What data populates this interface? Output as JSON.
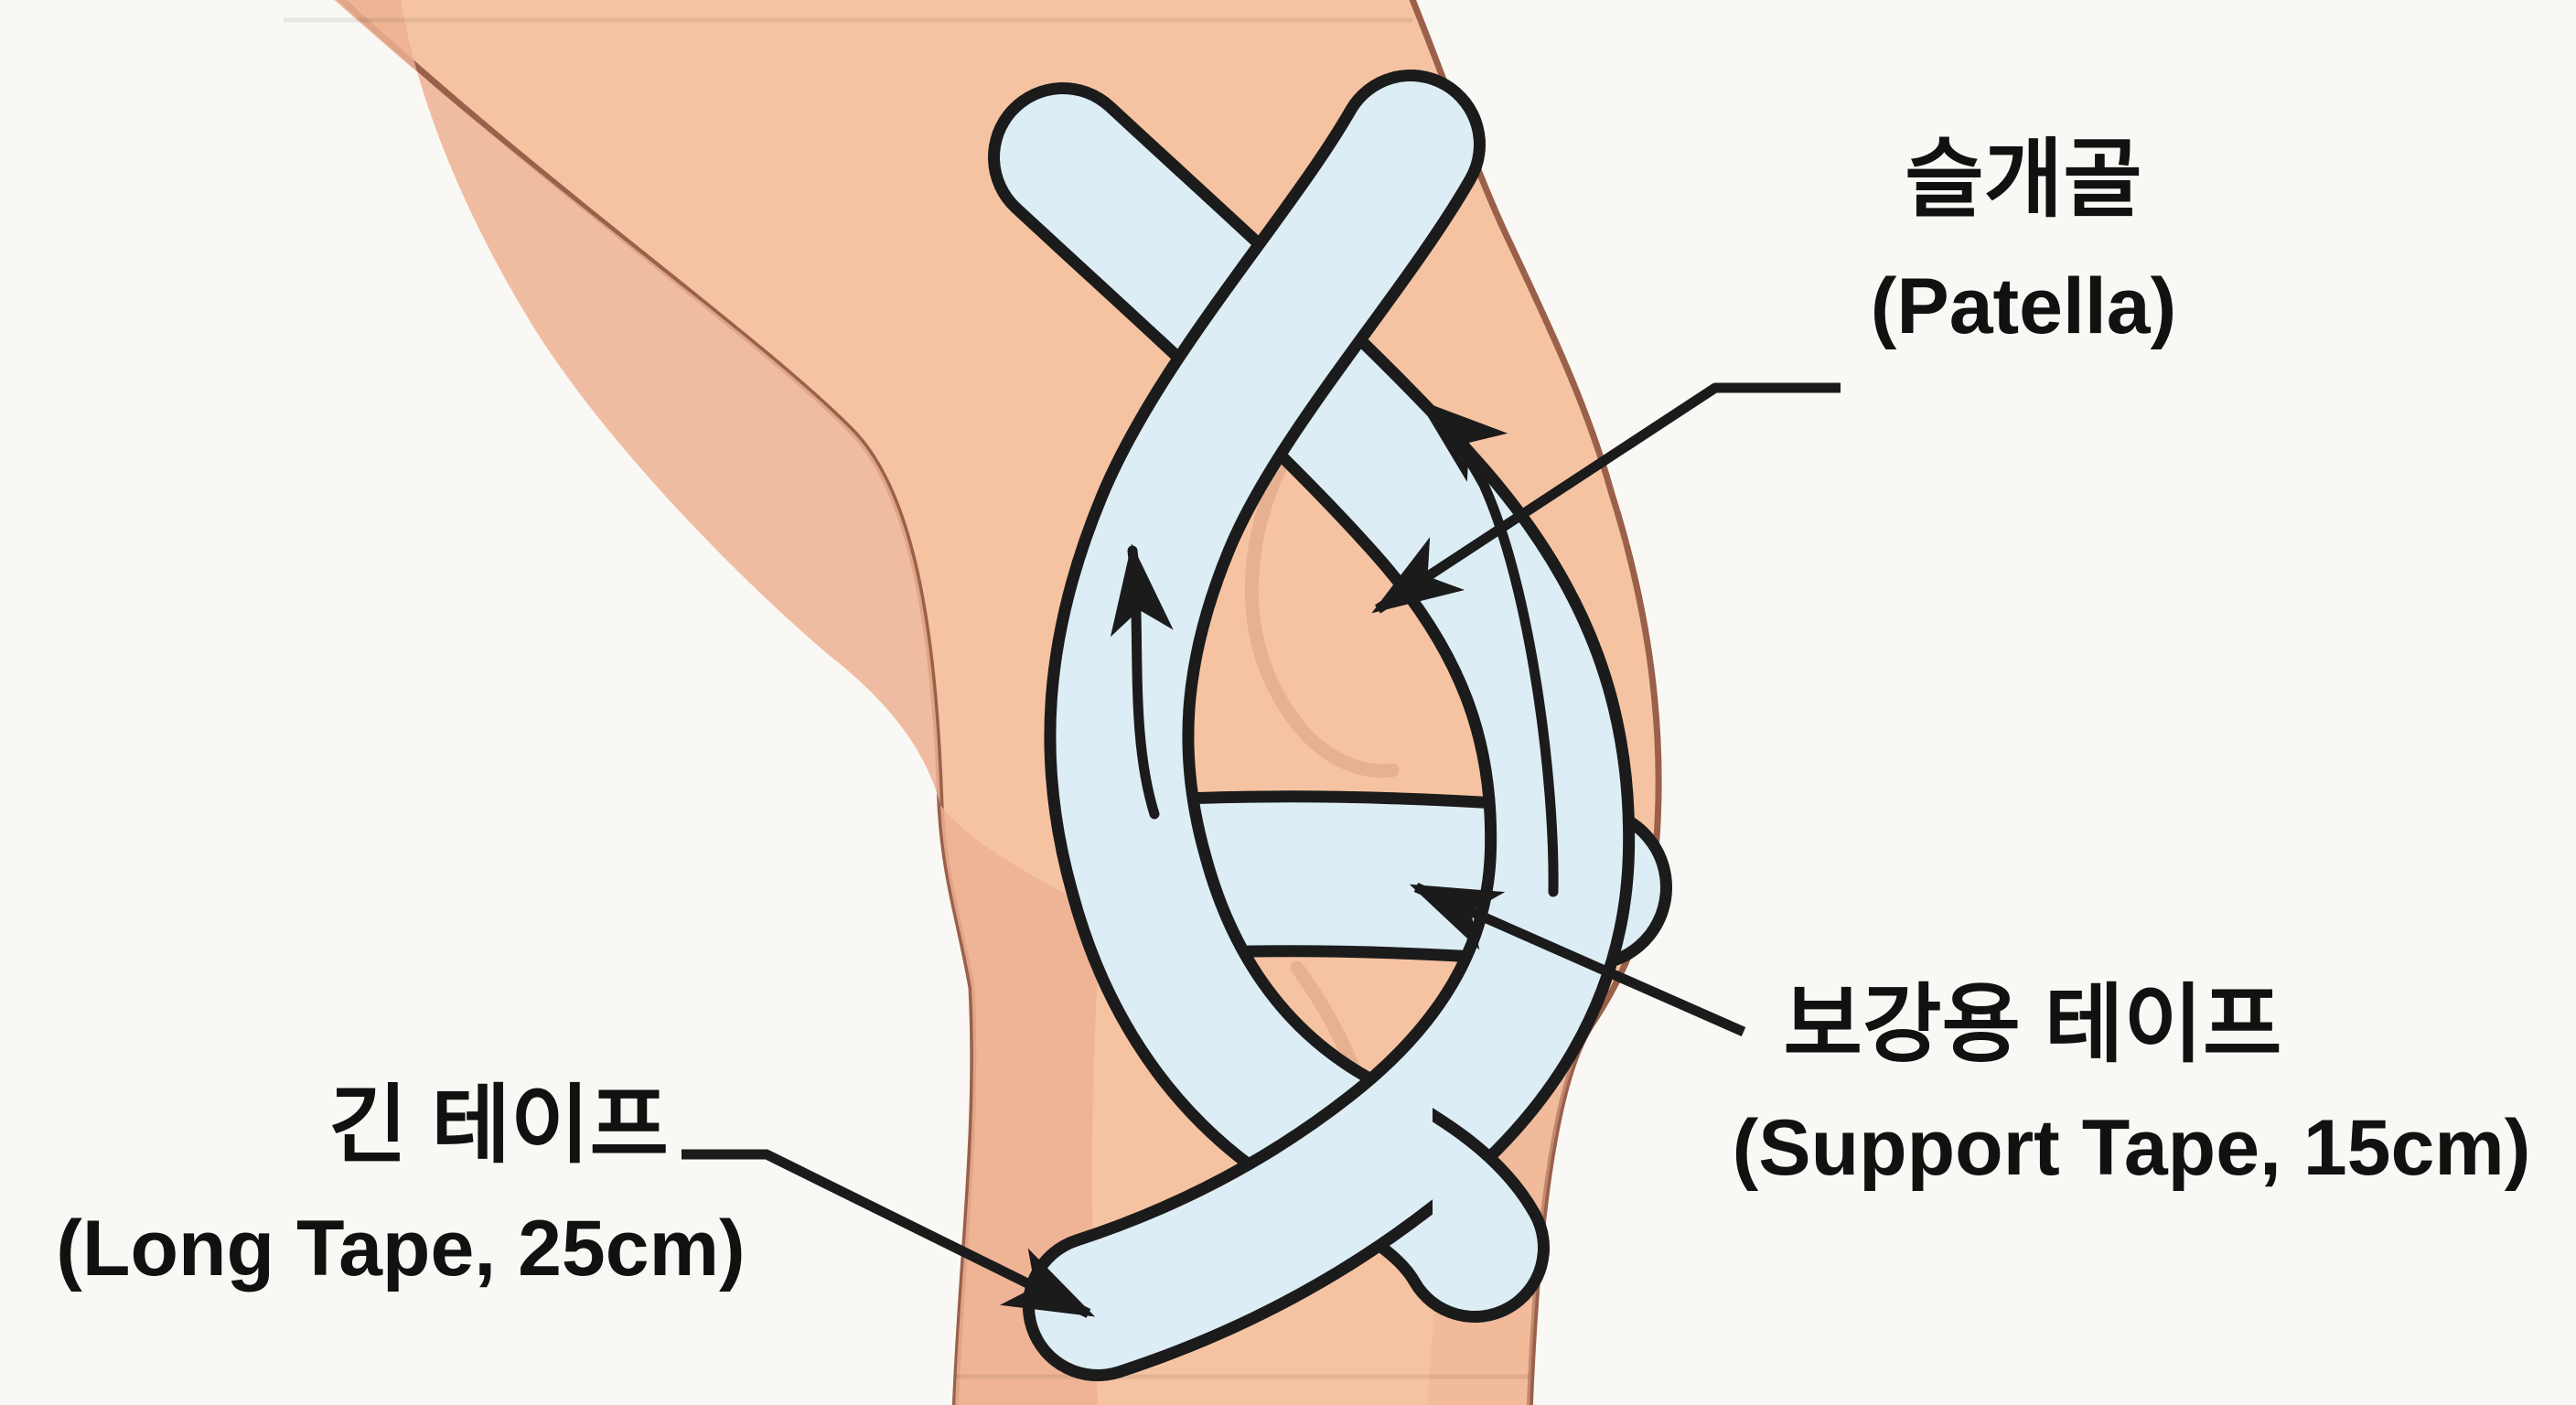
{
  "diagram": {
    "type": "knee-kinesiology-taping-illustration",
    "labels": {
      "patella": {
        "ko": "슬개골",
        "en": "(Patella)"
      },
      "support_tape": {
        "ko": "보강용 테이프",
        "en": "(Support Tape, 15cm)"
      },
      "long_tape": {
        "ko": "긴 테이프",
        "en": "(Long Tape, 25cm)"
      }
    }
  },
  "colors": {
    "background": "#faf8f4",
    "skin": "#f5c3a2",
    "skin_shadow": "#ecb293",
    "skin_crease": "#dba183",
    "leg_outline": "#9a604a",
    "tape_fill": "#ddedf6",
    "line": "#1b1b1b",
    "text": "#111111"
  }
}
